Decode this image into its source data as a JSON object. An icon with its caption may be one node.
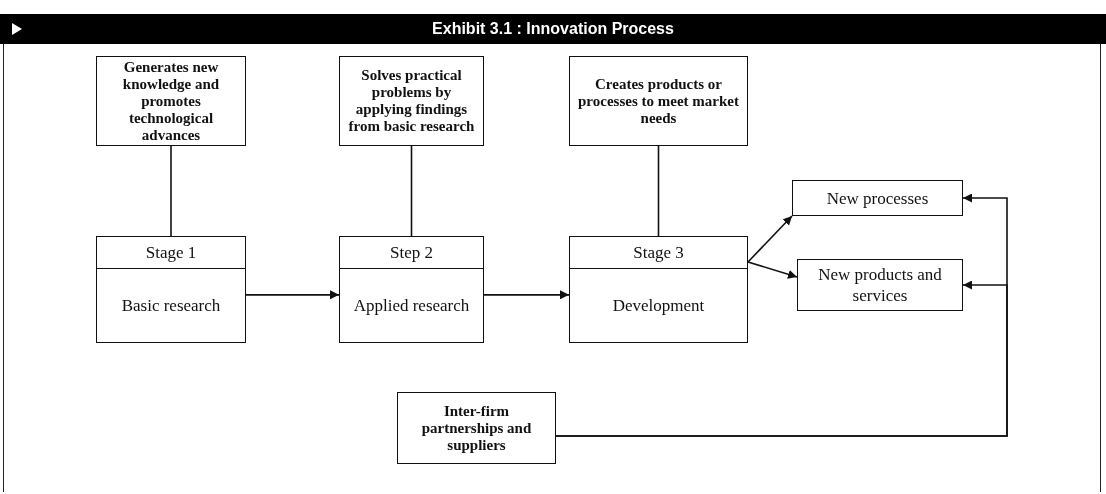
{
  "diagram": {
    "title": "Exhibit 3.1 : Innovation Process",
    "nodes": [
      {
        "text": [
          "Generates new knowledge and promotes technological advances"
        ]
      },
      {
        "text": [
          "Solves practical problems by applying findings from basic research"
        ]
      },
      {
        "text": [
          "Creates products or processes to meet market needs"
        ]
      },
      {
        "text": [
          "Stage 1",
          "Basic research"
        ]
      },
      {
        "text": [
          "Step 2",
          "Applied research"
        ]
      },
      {
        "text": [
          "Stage 3",
          "Development"
        ]
      },
      {
        "text": [
          "New processes"
        ]
      },
      {
        "text": [
          "New products and services"
        ]
      },
      {
        "text": [
          "Inter-firm partnerships and suppliers"
        ]
      }
    ],
    "edges": [
      {
        "from": 0,
        "to": 3,
        "arrow": "none"
      },
      {
        "from": 1,
        "to": 4,
        "arrow": "none"
      },
      {
        "from": 2,
        "to": 5,
        "arrow": "none"
      },
      {
        "from": 3,
        "to": 4,
        "arrow": "to"
      },
      {
        "from": 4,
        "to": 5,
        "arrow": "to"
      },
      {
        "from": 5,
        "to": 6,
        "arrow": "to"
      },
      {
        "from": 5,
        "to": 7,
        "arrow": "to"
      },
      {
        "from": 8,
        "to": 6,
        "arrow": "to"
      },
      {
        "from": 8,
        "to": 7,
        "arrow": "to"
      }
    ]
  }
}
